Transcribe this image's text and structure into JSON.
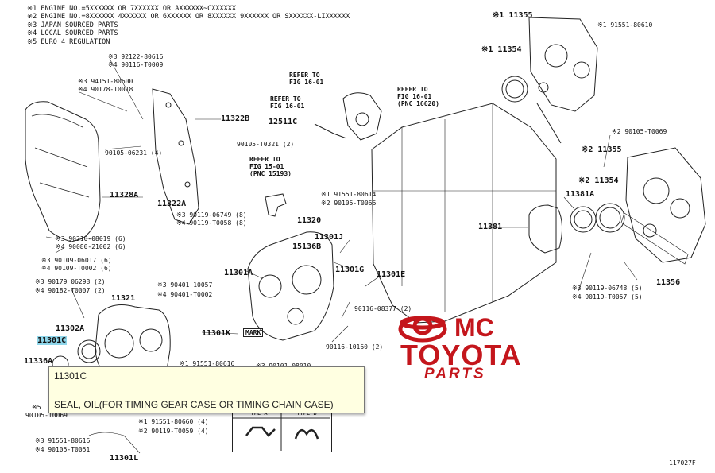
{
  "notes": [
    "※1 ENGINE NO.=5XXXXXX OR 7XXXXXX OR AXXXXXX~CXXXXXX",
    "※2 ENGINE NO.=8XXXXXX 4XXXXXX OR 6XXXXXX OR 8XXXXXX 9XXXXXX OR SXXXXXX-LIXXXXXX",
    "※3 JAPAN SOURCED PARTS",
    "※4 LOCAL SOURCED PARTS",
    "※5 EURO 4 REGULATION"
  ],
  "callouts": {
    "c1": "※3 92122-80616",
    "c2": "※4 90116-T0009",
    "c3": "※3 94151-80600",
    "c4": "※4 90178-T0018",
    "c5": "90105-06231 (4)",
    "c6": "※3 90210-08019 (6)",
    "c7": "※4 90080-21002 (6)",
    "c8": "※3 90109-06017 (6)",
    "c9": "※4 90109-T0002 (6)",
    "c10": "※3 90179 06298 (2)",
    "c11": "※4 90182-T0007 (2)",
    "c12": "90105-T0321 (2)",
    "c13": "※3 90119-06749 (8)",
    "c14": "※4 90119-T0058 (8)",
    "c15": "※1 91551-80614",
    "c16": "※2 90105-T0066",
    "c17": "※3 90401 10057",
    "c18": "※4 90401-T0002",
    "c19": "90116-08377 (2)",
    "c20": "90116-10160 (2)",
    "c21": "※1 91551-80616",
    "c22": "※3 90101 08010",
    "c23": "※1 91551-80610",
    "c24": "※2 90105-T0069",
    "c25": "※3 90119-06748 (5)",
    "c26": "※4 90119-T0057 (5)",
    "c27": "※1 91551-80660 (4)",
    "c28": "※2 90119-T0059 (4)",
    "c29": "※3 91551-80616",
    "c30": "※4 90105-T0051",
    "c31": "90105-T0069",
    "c32": "※5"
  },
  "parts": {
    "p11355a": "※1 11355",
    "p11354a": "※1 11354",
    "p11322b": "11322B",
    "p11328a": "11328A",
    "p11322a": "11322A",
    "p12511c": "12511C",
    "p11320": "11320",
    "p11301j": "11301J",
    "p15136b": "15136B",
    "p11301g": "11301G",
    "p11301e": "11301E",
    "p11301a": "11301A",
    "p11301k": "11301K",
    "p11321": "11321",
    "p11302a": "11302A",
    "p11301c": "11301C",
    "p11336a": "11336A",
    "p11355b": "※2 11355",
    "p11354b": "※2 11354",
    "p11381a": "11381A",
    "p11381": "11381",
    "p11356": "11356",
    "p11301l": "11301L",
    "mark": "MARK"
  },
  "refs": {
    "r1": [
      "REFER TO",
      "FIG 16-01"
    ],
    "r2": [
      "REFER TO",
      "FIG 16-01"
    ],
    "r3": [
      "REFER TO",
      "FIG 16-01",
      "(PNC 16620)"
    ],
    "r4": [
      "REFER TO",
      "FIG 15-01",
      "(PNC 15193)"
    ]
  },
  "logo": {
    "mc": "MC",
    "toyota": "TOYOTA",
    "parts": "PARTS",
    "brand_color": "#c4161c"
  },
  "tooltip": {
    "code": "11301C",
    "description": "SEAL, OIL(FOR TIMING GEAR CASE OR TIMING CHAIN CASE)"
  },
  "typebox": {
    "type_a": "TYPE A",
    "type_b": "TYPE B"
  },
  "drawing_number": "117027F",
  "highlight_color": "#8fd6ea"
}
